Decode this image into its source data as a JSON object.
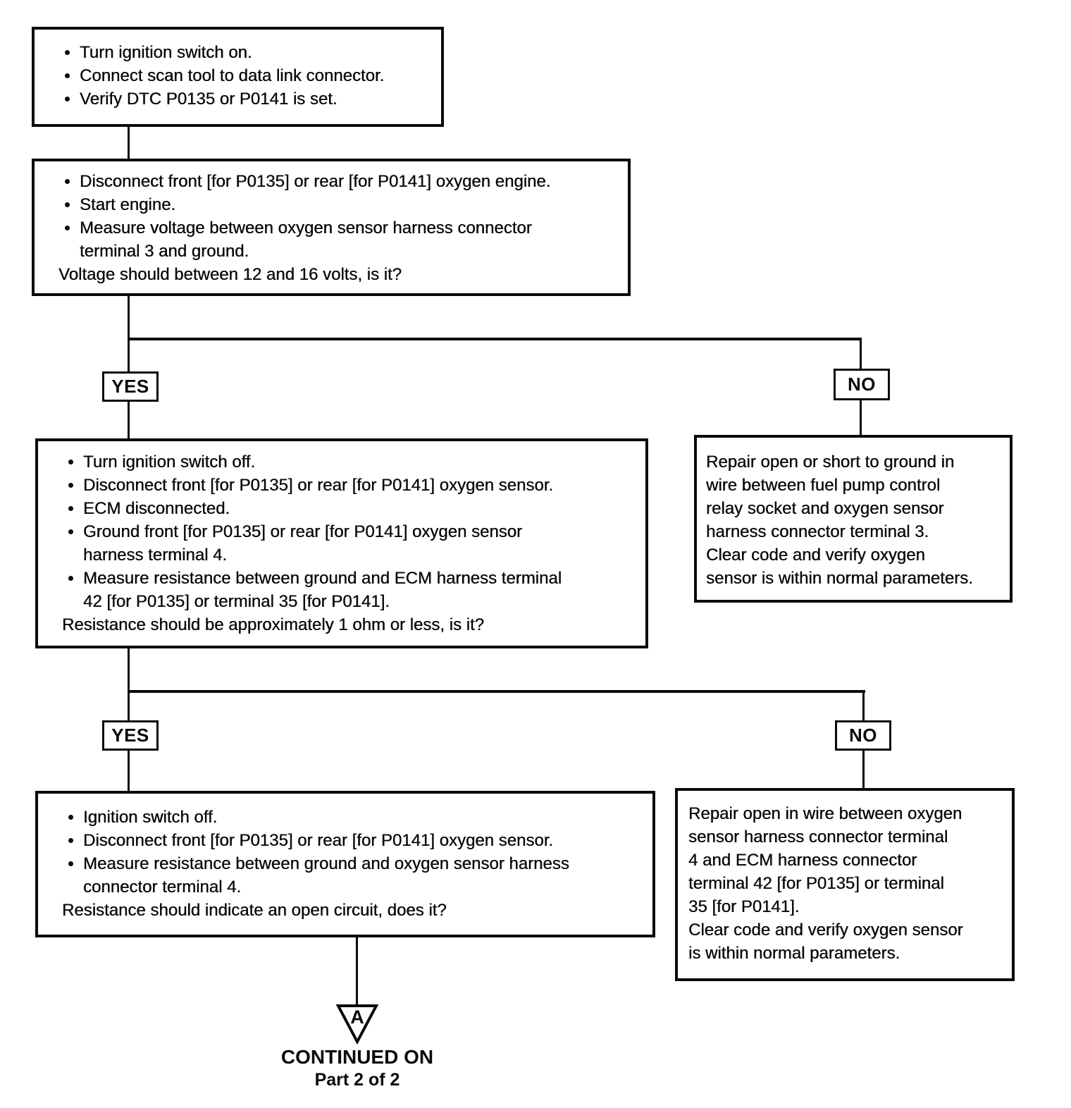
{
  "boxes": {
    "step1": {
      "bullets": [
        [
          "Turn ignition switch on."
        ],
        [
          "Connect scan tool to data link connector."
        ],
        [
          "Verify DTC P0135 or P0141 is set."
        ]
      ]
    },
    "step2": {
      "bullets": [
        [
          "Disconnect front [for P0135] or rear [for P0141] oxygen engine."
        ],
        [
          "Start engine."
        ],
        [
          "Measure voltage between oxygen sensor harness connector",
          "terminal 3 and ground."
        ]
      ],
      "question": "Voltage should between 12 and 16 volts, is it?"
    },
    "step3": {
      "bullets": [
        [
          "Turn ignition  switch off."
        ],
        [
          "Disconnect front [for P0135] or rear [for P0141] oxygen sensor."
        ],
        [
          "ECM disconnected."
        ],
        [
          "Ground front  [for P0135] or rear [for P0141] oxygen sensor",
          "harness terminal 4."
        ],
        [
          "Measure resistance between ground and ECM harness terminal",
          "42 [for P0135] or terminal 35 [for P0141]."
        ]
      ],
      "question": "Resistance should be approximately 1 ohm or less, is it?"
    },
    "repair1": {
      "lines": [
        "Repair open or short to ground in",
        "wire between fuel pump control",
        "relay socket and oxygen sensor",
        "harness connector terminal 3.",
        "Clear code and verify oxygen",
        "sensor is within normal parameters."
      ]
    },
    "step4": {
      "bullets": [
        [
          "Ignition switch off."
        ],
        [
          "Disconnect front [for P0135] or rear [for P0141] oxygen sensor."
        ],
        [
          "Measure resistance between ground and oxygen sensor harness",
          "connector terminal 4."
        ]
      ],
      "question": "Resistance should indicate an open circuit, does it?"
    },
    "repair2": {
      "lines": [
        "Repair open in wire between oxygen",
        "sensor harness connector terminal",
        "4 and ECM harness connector",
        "terminal 42 [for P0135] or terminal",
        "35 [for P0141].",
        "Clear code and verify oxygen sensor",
        "is within normal parameters."
      ]
    }
  },
  "labels": {
    "yes1": "YES",
    "no1": "NO",
    "yes2": "YES",
    "no2": "NO",
    "connector_letter": "A",
    "continued_line1": "CONTINUED ON",
    "continued_line2": "Part 2 of 2"
  },
  "colors": {
    "ink": "#0a0a0a",
    "paper": "#ffffff"
  }
}
